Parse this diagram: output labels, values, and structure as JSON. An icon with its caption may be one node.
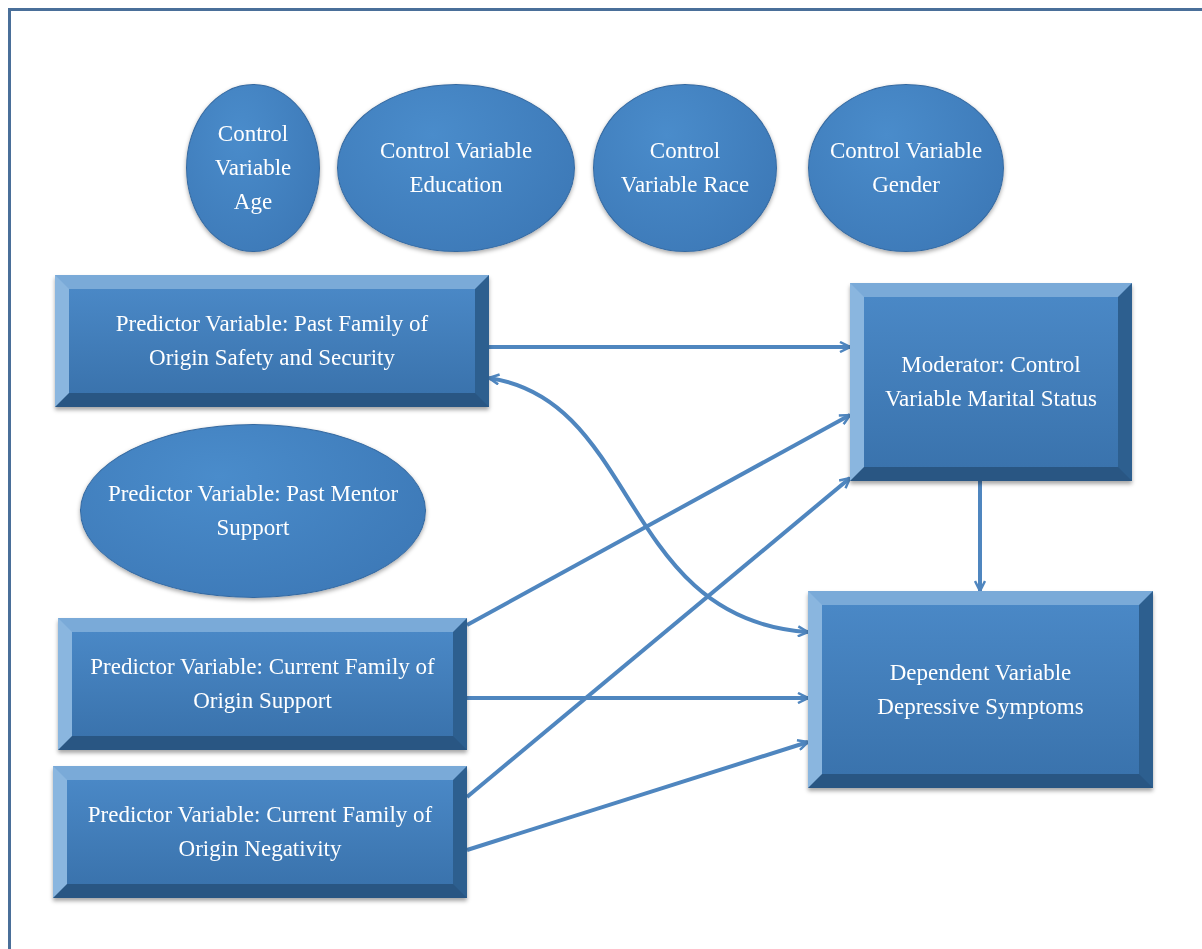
{
  "diagram": {
    "nodes": [
      {
        "text": [
          "Control Variable Age"
        ]
      },
      {
        "text": [
          "Control Variable Education"
        ]
      },
      {
        "text": [
          "Control Variable Race"
        ]
      },
      {
        "text": [
          "Control Variable Gender"
        ]
      },
      {
        "text": [
          "Predictor Variable: Past Family of Origin Safety and Security"
        ]
      },
      {
        "text": [
          "Moderator: Control Variable Marital Status"
        ]
      },
      {
        "text": [
          "Predictor Variable: Past Mentor Support"
        ]
      },
      {
        "text": [
          "Predictor Variable: Current Family of Origin Support"
        ]
      },
      {
        "text": [
          "Dependent Variable Depressive Symptoms"
        ]
      },
      {
        "text": [
          "Predictor Variable: Current Family of Origin Negativity"
        ]
      }
    ],
    "edges": [
      {
        "from": 4,
        "to": 5,
        "arrow": "to"
      },
      {
        "from": 4,
        "to": 8,
        "arrow": "both"
      },
      {
        "from": 7,
        "to": 5,
        "arrow": "to"
      },
      {
        "from": 7,
        "to": 8,
        "arrow": "to"
      },
      {
        "from": 9,
        "to": 5,
        "arrow": "to"
      },
      {
        "from": 9,
        "to": 8,
        "arrow": "to"
      },
      {
        "from": 5,
        "to": 8,
        "arrow": "to"
      }
    ]
  }
}
